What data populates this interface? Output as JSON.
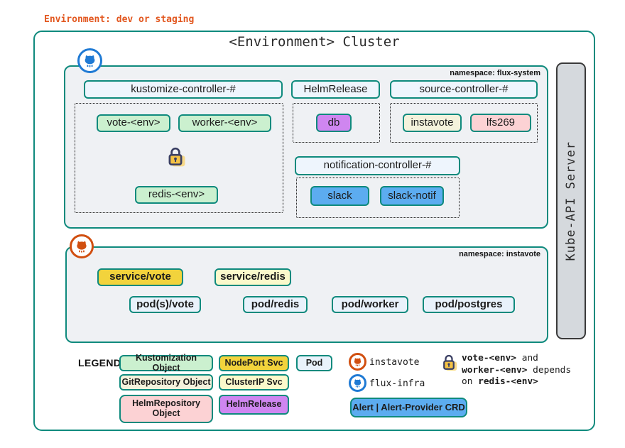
{
  "annotation": "Environment: dev or staging",
  "title": "<Environment> Cluster",
  "kube_api_label": "Kube-API Server",
  "flux_ns": {
    "label": "namespace: flux-system",
    "kustomize_header": "kustomize-controller-#",
    "vote": "vote-<env>",
    "worker": "worker-<env>",
    "redis": "redis-<env>",
    "helmrelease_header": "HelmRelease",
    "db": "db",
    "source_header": "source-controller-#",
    "instavote_repo": "instavote",
    "lfs269_repo": "lfs269",
    "notification_header": "notification-controller-#",
    "slack": "slack",
    "slack_notif": "slack-notif"
  },
  "instavote_ns": {
    "label": "namespace: instavote",
    "service_vote": "service/vote",
    "service_redis": "service/redis",
    "pods_vote": "pod(s)/vote",
    "pod_redis": "pod/redis",
    "pod_worker": "pod/worker",
    "pod_postgres": "pod/postgres"
  },
  "legend": {
    "title": "LEGEND:",
    "kustomization": "Kustomization Object",
    "gitrepository": "GitRepository Object",
    "helmrepository": "HelmRepository Object",
    "nodeport": "NodePort Svc",
    "clusterip": "ClusterIP Svc",
    "helmrelease": "HelmRelease",
    "pod": "Pod",
    "gh_orange_label": "instavote",
    "gh_blue_label": "flux-infra",
    "alert": "Alert | Alert-Provider CRD",
    "lock_note": {
      "l1b": "vote-<env>",
      "l1": " and",
      "l2b": "worker-<env>",
      "l2": " depends",
      "l3": "on ",
      "l3b": "redis-<env>"
    }
  },
  "icons": {
    "github_blue": "github-octocat-icon",
    "github_orange": "github-octocat-icon",
    "lock": "padlock-icon"
  },
  "colors": {
    "teal_border": "#0f8a7d",
    "annotation_orange": "#e2571f",
    "flux_blue": "#1f7ad4",
    "instavote_orange": "#d14f10",
    "kustomization_green": "#cbf0cf",
    "helmrelease_purple": "#cf86f0",
    "gitrepository_cream": "#f4f2dc",
    "helmrepository_pink": "#fcd2d4",
    "alert_blue": "#5cacf0",
    "nodeport_gold": "#f2d33c",
    "clusterip_yellow": "#fbf9cb",
    "pod_blue": "#e9f2fb",
    "namespace_bg": "#eff1f4",
    "kubeapi_gray": "#d5d9dd",
    "header_blue": "#eef5fd",
    "lock_gold": "#f5c243"
  }
}
